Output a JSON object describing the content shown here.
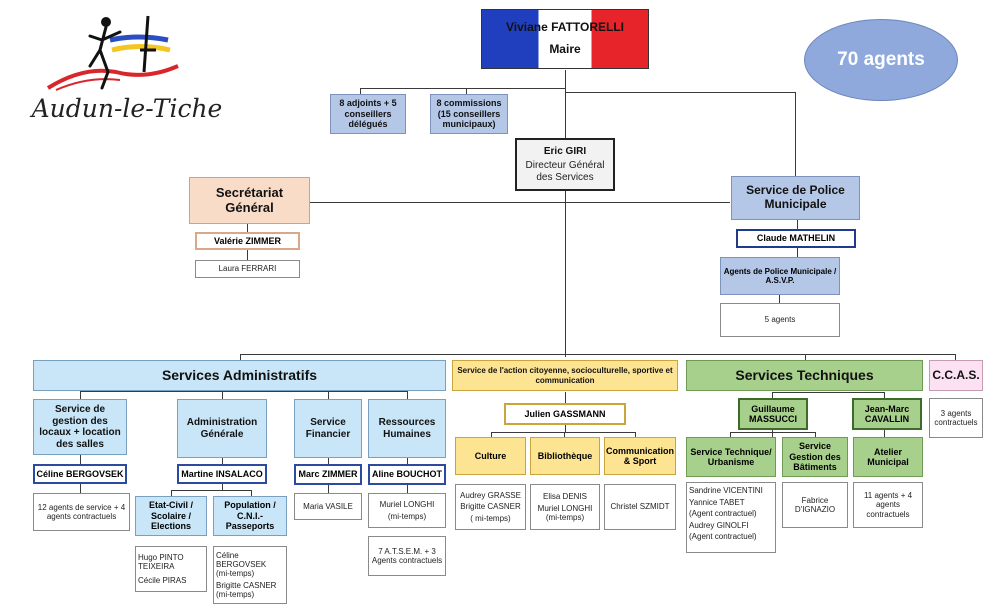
{
  "logo": {
    "town": "Audun-le-Tiche"
  },
  "mayor": {
    "name": "Viviane FATTORELLI",
    "title": "Maire"
  },
  "agents_badge": "70 agents",
  "adjoints": "8 adjoints + 5 conseillers délégués",
  "commissions": "8 commissions (15 conseillers municipaux)",
  "dgs": {
    "name": "Eric GIRI",
    "title": "Directeur Général des Services"
  },
  "secretariat": {
    "title": "Secrétariat Général",
    "head": "Valérie ZIMMER",
    "staff": "Laura FERRARI"
  },
  "police": {
    "title": "Service de Police Municipale",
    "head": "Claude MATHELIN",
    "sub": "Agents de Police Municipale / A.S.V.P.",
    "count": "5 agents"
  },
  "admin": {
    "title": "Services Administratifs",
    "locaux": {
      "title": "Service de gestion des locaux + location des salles",
      "head": "Céline BERGOVSEK",
      "staff": "12 agents de service + 4 agents contractuels"
    },
    "generale": {
      "title": "Administration Générale",
      "head": "Martine INSALACO",
      "etat": {
        "title": "Etat-Civil / Scolaire / Elections",
        "staff1": "Hugo PINTO TEIXEIRA",
        "staff2": "Cécile PIRAS"
      },
      "population": {
        "title": "Population / C.N.I.- Passeports",
        "staff1": "Céline BERGOVSEK",
        "staff1_note": "(mi-temps)",
        "staff2": "Brigitte CASNER",
        "staff2_note": "(mi-temps)"
      }
    },
    "financier": {
      "title": "Service Financier",
      "head": "Marc ZIMMER",
      "staff": "Maria VASILE"
    },
    "rh": {
      "title": "Ressources Humaines",
      "head": "Aline BOUCHOT",
      "staff1": "Muriel LONGHI",
      "staff1_note": "(mi-temps)",
      "staff2": "7 A.T.S.E.M. + 3 Agents contractuels"
    }
  },
  "citoyenne": {
    "title": "Service de l'action citoyenne, socioculturelle, sportive et communication",
    "head": "Julien GASSMANN",
    "culture": {
      "title": "Culture",
      "staff1": "Audrey GRASSE",
      "staff2": "Brigitte CASNER",
      "staff2_note": "( mi-temps)"
    },
    "bibliotheque": {
      "title": "Bibliothèque",
      "staff1": "Elisa DENIS",
      "staff2": "Muriel LONGHI",
      "staff2_note": "(mi-temps)"
    },
    "communication": {
      "title": "Communication & Sport",
      "staff": "Christel SZMIDT"
    }
  },
  "techniques": {
    "title": "Services Techniques",
    "head1": "Guillaume MASSUCCI",
    "head2": "Jean-Marc CAVALLIN",
    "urbanisme": {
      "title": "Service Technique/ Urbanisme",
      "staff": [
        "Sandrine VICENTINI",
        "Yannice TABET",
        "(Agent contractuel)",
        "Audrey GINOLFI",
        "(Agent contractuel)"
      ]
    },
    "batiments": {
      "title": "Service Gestion des Bâtiments",
      "staff": "Fabrice D'IGNAZIO"
    },
    "atelier": {
      "title": "Atelier Municipal",
      "staff": "11 agents + 4 agents contractuels"
    }
  },
  "ccas": {
    "title": "C.C.A.S.",
    "staff": "3 agents contractuels"
  },
  "colors": {
    "mayor_blue": "#1f3fbf",
    "mayor_red": "#e8242b",
    "badge": "#8fa9dd",
    "admin": "#c8e6f8",
    "techniques": "#a8d08d",
    "citoyenne": "#fde492"
  }
}
